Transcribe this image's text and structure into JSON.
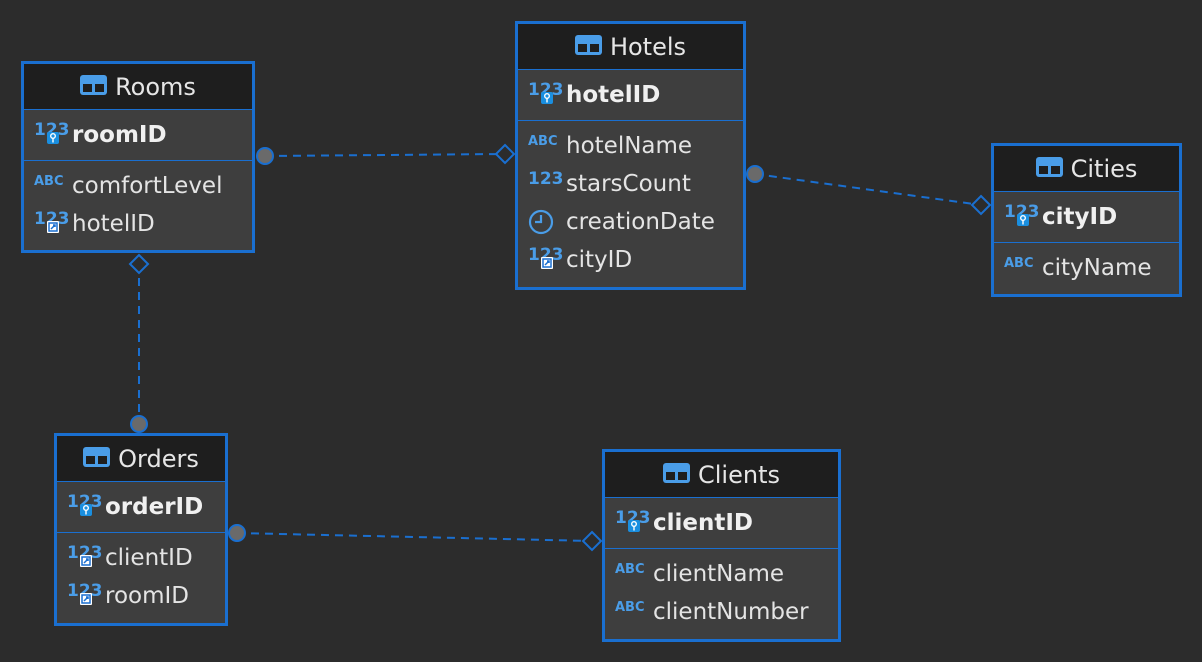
{
  "colors": {
    "background": "#2c2c2c",
    "border": "#1a6fd0",
    "header": "#1e1e1e",
    "body": "#3e3e3e",
    "connector": "#1a6fd0",
    "endpoint": "#6a6a6a"
  },
  "entities": {
    "rooms": {
      "title": "Rooms",
      "pk": "roomID",
      "columns": [
        "comfortLevel",
        "hotelID"
      ]
    },
    "hotels": {
      "title": "Hotels",
      "pk": "hotelID",
      "columns": [
        "hotelName",
        "starsCount",
        "creationDate",
        "cityID"
      ]
    },
    "cities": {
      "title": "Cities",
      "pk": "cityID",
      "columns": [
        "cityName"
      ]
    },
    "orders": {
      "title": "Orders",
      "pk": "orderID",
      "columns": [
        "clientID",
        "roomID"
      ]
    },
    "clients": {
      "title": "Clients",
      "pk": "clientID",
      "columns": [
        "clientName",
        "clientNumber"
      ]
    }
  },
  "type_labels": {
    "text": "ABC",
    "number": "123"
  },
  "relations": [
    {
      "from": "rooms.hotelID",
      "to": "hotels.hotelID",
      "icon": "relation-line"
    },
    {
      "from": "hotels.cityID",
      "to": "cities.cityID",
      "icon": "relation-line"
    },
    {
      "from": "orders.roomID",
      "to": "rooms.roomID",
      "icon": "relation-line"
    },
    {
      "from": "orders.clientID",
      "to": "clients.clientID",
      "icon": "relation-line"
    }
  ]
}
